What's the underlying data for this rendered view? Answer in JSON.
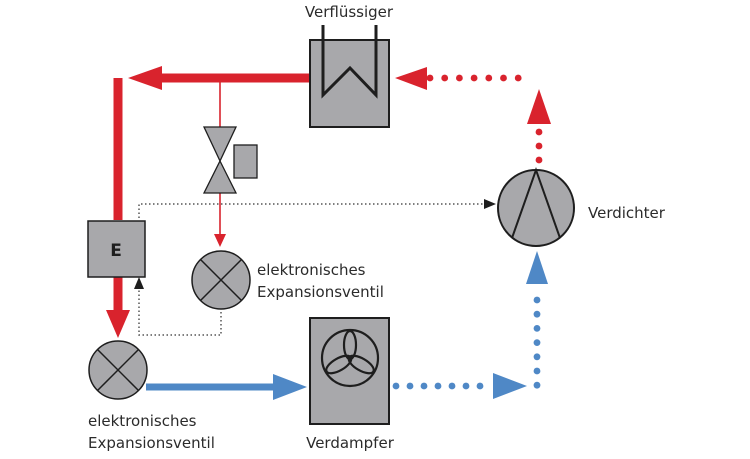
{
  "diagram": {
    "title": "Kältekreislauf mit elektronischem Expansionsventil",
    "colors": {
      "hot_line": "#d9232d",
      "cold_line": "#4f88c6",
      "component_fill": "#a8a8ab",
      "outline": "#1e1e1e",
      "control_line": "#555555"
    },
    "components": {
      "condenser": {
        "label": "Verflüssiger"
      },
      "compressor": {
        "label": "Verdichter"
      },
      "evaporator": {
        "label": "Verdampfer"
      },
      "controller": {
        "label": "E"
      },
      "eev_upper": {
        "label_line1": "elektronisches",
        "label_line2": "Expansionsventil"
      },
      "eev_lower": {
        "label_line1": "elektronisches",
        "label_line2": "Expansionsventil"
      },
      "solenoid_valve": {
        "label": ""
      }
    }
  }
}
